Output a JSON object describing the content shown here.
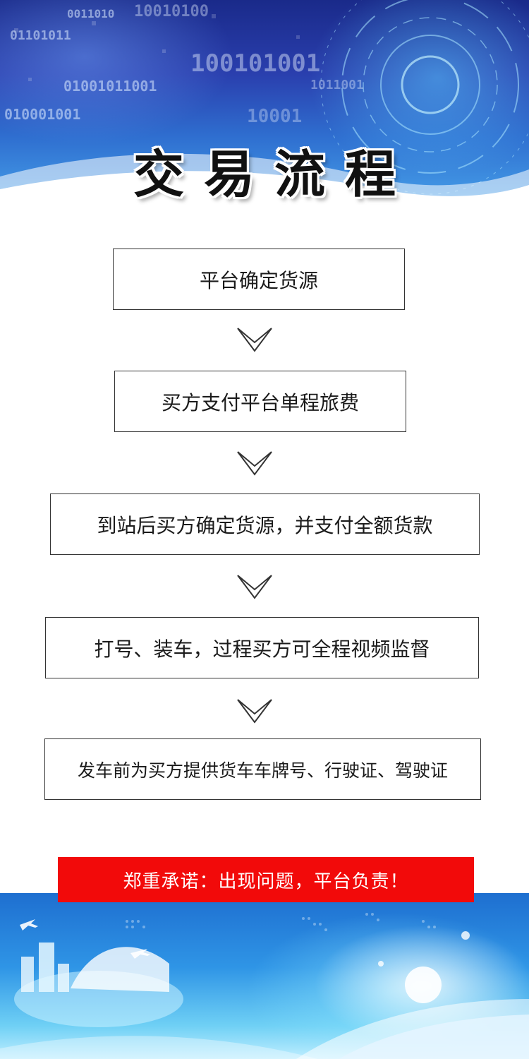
{
  "header": {
    "title": "交易流程",
    "binary_decor": [
      "01101011",
      "100101001",
      "01001011001",
      "10010100",
      "010001001",
      "10001",
      "0011010",
      "1011001"
    ]
  },
  "steps": [
    {
      "label": "平台确定货源"
    },
    {
      "label": "买方支付平台单程旅费"
    },
    {
      "label": "到站后买方确定货源，并支付全额货款"
    },
    {
      "label": "打号、装车，过程买方可全程视频监督"
    },
    {
      "label": "发车前为买方提供货车车牌号、行驶证、驾驶证"
    }
  ],
  "promise": {
    "text": "郑重承诺：出现问题，平台负责！"
  },
  "colors": {
    "promise_bg": "#f20a0a",
    "promise_text": "#ffffff",
    "step_border": "#333333",
    "banner_blue": "#2f6fd0"
  }
}
